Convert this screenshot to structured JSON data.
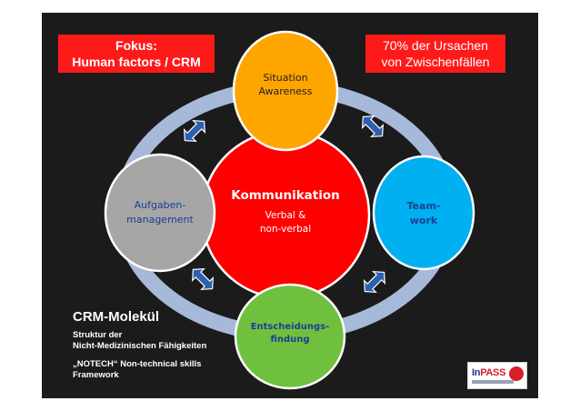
{
  "top_left_box": {
    "line1": "Fokus:",
    "line2": "Human factors / CRM"
  },
  "top_right_box": {
    "line1": "70% der Ursachen",
    "line2": "von Zwischenfällen"
  },
  "nodes": {
    "top": {
      "lines": [
        "Situation",
        "Awareness"
      ],
      "color": "#ffa500"
    },
    "left": {
      "lines": [
        "Aufgaben-",
        "management"
      ],
      "color": "#a6a6a6"
    },
    "right": {
      "lines": [
        "Team-",
        "work"
      ],
      "color": "#00b0f0"
    },
    "bottom": {
      "lines": [
        "Entscheidungs-",
        "findung"
      ],
      "color": "#70c040"
    },
    "center": {
      "title": "Kommunikation",
      "sub1": "Verbal &",
      "sub2": "non-verbal",
      "color": "#ff0000"
    }
  },
  "crm": {
    "title": "CRM-Molekül",
    "line1": "Struktur der",
    "line2": "Nicht-Medizinischen Fähigkeiten",
    "line3": "„NOTECH“ Non-technical skills",
    "line4": "Framework"
  },
  "colors": {
    "ring": "#a7b9d9",
    "arrow": "#2e5fb0",
    "box_red": "#ff1a1a",
    "background": "#1b1b1b"
  },
  "logo": {
    "text_in": "In",
    "text_pass": "PASS"
  }
}
